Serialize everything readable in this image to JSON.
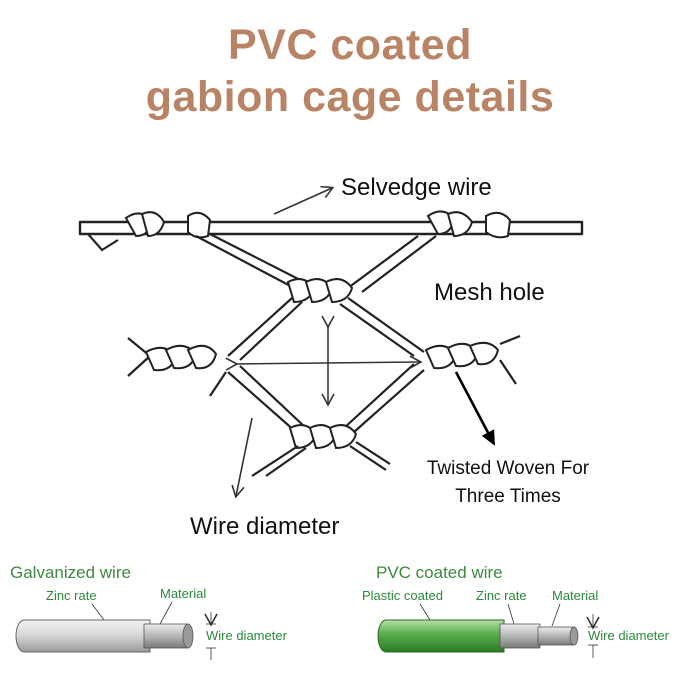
{
  "title": {
    "line1": "PVC coated",
    "line2": "gabion cage details"
  },
  "labels": {
    "selvedge_wire": "Selvedge wire",
    "mesh_hole": "Mesh hole",
    "twisted_line1": "Twisted Woven For",
    "twisted_line2": "Three Times",
    "wire_diameter": "Wire diameter"
  },
  "galvanized": {
    "heading": "Galvanized wire",
    "zinc_rate": "Zinc rate",
    "material": "Material",
    "wire_diameter": "Wire diameter"
  },
  "pvc": {
    "heading": "PVC coated wire",
    "plastic_coated": "Plastic coated",
    "zinc_rate": "Zinc rate",
    "material": "Material",
    "wire_diameter": "Wire diameter"
  },
  "colors": {
    "title": "#b98466",
    "section_heading": "#3d8a3f",
    "pvc_coating": "#3f9a3a",
    "galvanized": "#c9c9c9"
  }
}
